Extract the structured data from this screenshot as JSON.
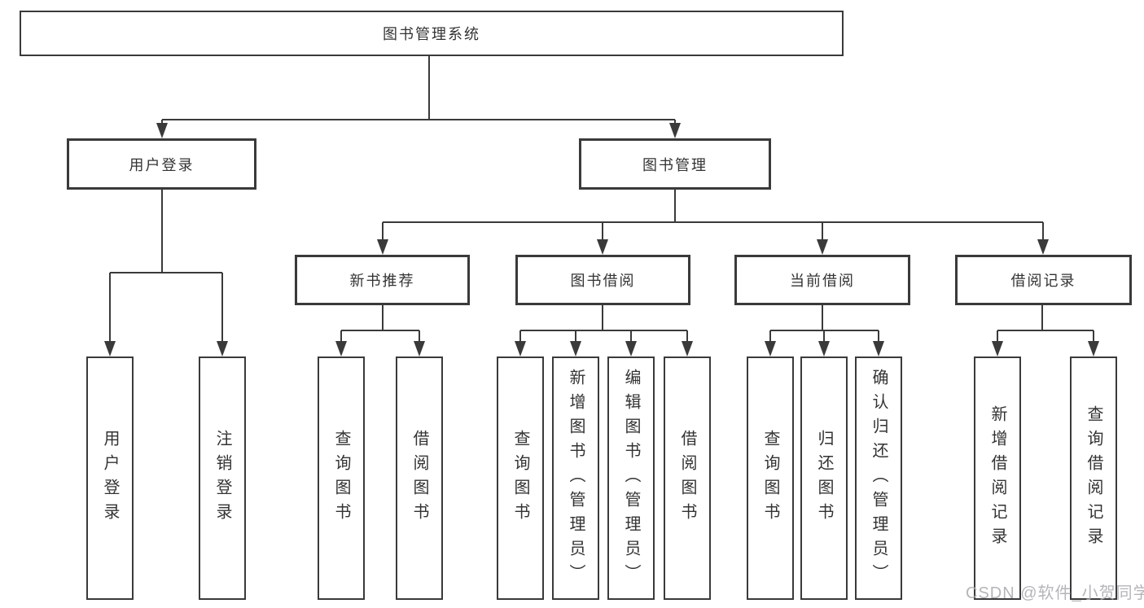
{
  "diagram": {
    "type": "hierarchy-tree",
    "orientation": "top-down"
  },
  "tree": {
    "label": "图书管理系统",
    "children": [
      {
        "label": "用户登录",
        "children": [
          {
            "label": "用户登录"
          },
          {
            "label": "注销登录"
          }
        ]
      },
      {
        "label": "图书管理",
        "children": [
          {
            "label": "新书推荐",
            "children": [
              {
                "label": "查询图书"
              },
              {
                "label": "借阅图书"
              }
            ]
          },
          {
            "label": "图书借阅",
            "children": [
              {
                "label": "查询图书"
              },
              {
                "label": "新增图书（管理员）"
              },
              {
                "label": "编辑图书（管理员）"
              },
              {
                "label": "借阅图书"
              }
            ]
          },
          {
            "label": "当前借阅",
            "children": [
              {
                "label": "查询图书"
              },
              {
                "label": "归还图书"
              },
              {
                "label": "确认归还（管理员）"
              }
            ]
          },
          {
            "label": "借阅记录",
            "children": [
              {
                "label": "新增借阅记录"
              },
              {
                "label": "查询借阅记录"
              }
            ]
          }
        ]
      }
    ]
  },
  "watermark": {
    "text": "CSDN @软件_小贺同学"
  },
  "colors": {
    "line": "#3a3a3a",
    "box_border": "#3a3a3a",
    "box_fill": "#ffffff",
    "text": "#333333",
    "watermark": "#aeaeb2",
    "background": "#ffffff"
  }
}
